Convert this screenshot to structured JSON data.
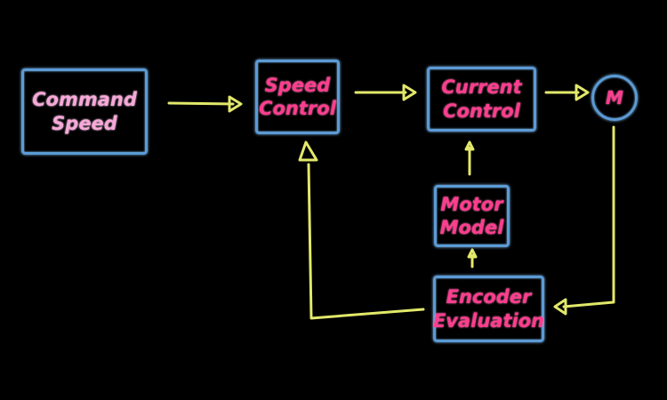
{
  "diagram": {
    "blocks": {
      "command_speed": {
        "line1": "Command",
        "line2": "Speed"
      },
      "speed_control": {
        "line1": "Speed",
        "line2": "Control"
      },
      "current_control": {
        "line1": "Current",
        "line2": "Control"
      },
      "motor_model": {
        "line1": "Motor",
        "line2": "Model"
      },
      "encoder_evaluation": {
        "line1": "Encoder",
        "line2": "Evaluation"
      },
      "motor": {
        "label": "M"
      }
    },
    "colors": {
      "background": "#000000",
      "box_outline": "#5b9bd5",
      "text": "#ff3d8f",
      "text_light": "#f7a8d8",
      "arrow": "#e2e86a"
    }
  }
}
